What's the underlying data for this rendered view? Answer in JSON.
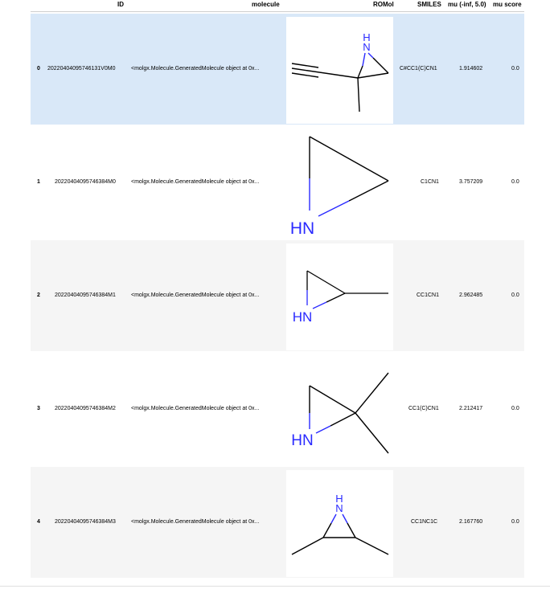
{
  "headers": {
    "id": "ID",
    "molecule": "molecule",
    "romol": "ROMol",
    "smiles": "SMILES",
    "mu": "mu (-inf, 5.0)",
    "mu_score": "mu score"
  },
  "rows": [
    {
      "index": "0",
      "id": "20220404095746131V0M0",
      "molecule": "<molgx.Molecule.GeneratedMolecule object at 0x...",
      "smiles": "C#CC1(C)CN1",
      "mu": "1.914602",
      "mu_score": "0.0",
      "structure_label": "H\nN",
      "structure_icon": "ethynyl-methyl-aziridine-structure"
    },
    {
      "index": "1",
      "id": "20220404095746384M0",
      "molecule": "<molgx.Molecule.GeneratedMolecule object at 0x...",
      "smiles": "C1CN1",
      "mu": "3.757209",
      "mu_score": "0.0",
      "structure_label": "HN",
      "structure_icon": "aziridine-structure"
    },
    {
      "index": "2",
      "id": "20220404095746384M1",
      "molecule": "<molgx.Molecule.GeneratedMolecule object at 0x...",
      "smiles": "CC1CN1",
      "mu": "2.962485",
      "mu_score": "0.0",
      "structure_label": "HN",
      "structure_icon": "methyl-aziridine-structure"
    },
    {
      "index": "3",
      "id": "20220404095746384M2",
      "molecule": "<molgx.Molecule.GeneratedMolecule object at 0x...",
      "smiles": "CC1(C)CN1",
      "mu": "2.212417",
      "mu_score": "0.0",
      "structure_label": "HN",
      "structure_icon": "dimethyl-aziridine-structure"
    },
    {
      "index": "4",
      "id": "20220404095746384M3",
      "molecule": "<molgx.Molecule.GeneratedMolecule object at 0x...",
      "smiles": "CC1NC1C",
      "mu": "2.167760",
      "mu_score": "0.0",
      "structure_label": "H\nN",
      "structure_icon": "dimethyl-aziridine-cis-structure"
    }
  ],
  "colors": {
    "hover_row": "#d9e8f8",
    "stripe_row": "#f5f5f5",
    "nitrogen": "#2a2aff",
    "bond": "#000000"
  }
}
